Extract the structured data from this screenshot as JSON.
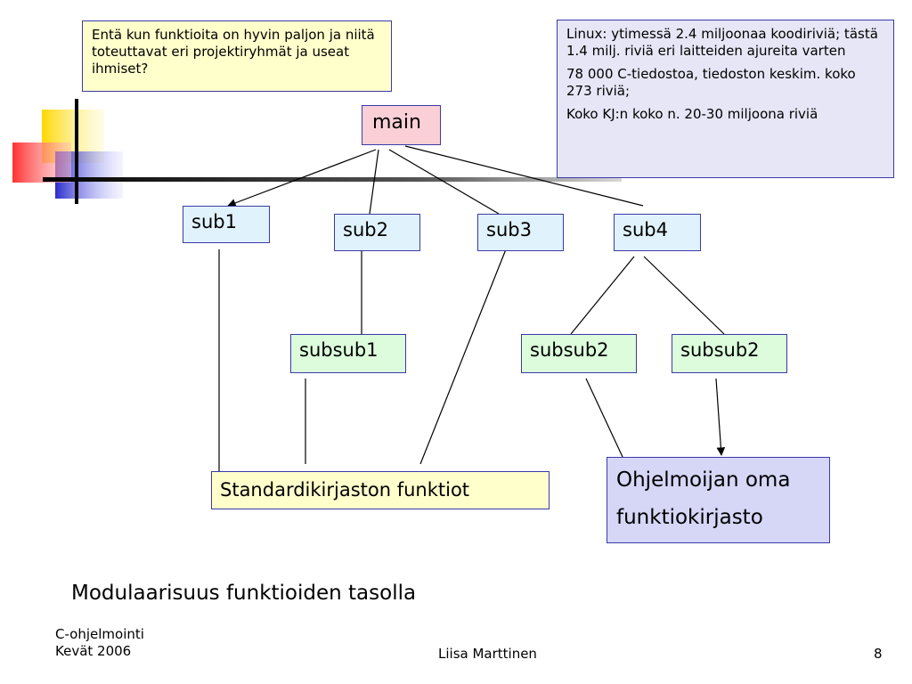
{
  "notes": {
    "top_left": "Entä kun funktioita on hyvin paljon ja niitä toteuttavat eri projektiryhmät  ja useat ihmiset?",
    "linux": [
      "Linux:  ytimessä 2.4 miljoonaa koodiriviä; tästä 1.4 milj. riviä eri laitteiden ajureita varten",
      "78 000 C-tiedostoa, tiedoston keskim. koko 273 riviä;",
      "Koko KJ:n koko n. 20-30 miljoona riviä"
    ]
  },
  "nodes": {
    "main": "main",
    "sub1": "sub1",
    "sub2": "sub2",
    "sub3": "sub3",
    "sub4": "sub4",
    "subsub1": "subsub1",
    "subsub2_left": "subsub2",
    "subsub2_right": "subsub2",
    "stdlib": "Standardikirjaston funktiot",
    "ownlib_line1": "Ohjelmoijan oma",
    "ownlib_line2": "funktiokirjasto"
  },
  "slide_title": "Modulaarisuus funktioiden tasolla",
  "footer": {
    "course": "C-ohjelmointi",
    "term": "Kevät 2006",
    "author": "Liisa Marttinen",
    "page": "8"
  },
  "colors": {
    "border": "#3a3aaa",
    "deco_yellow": "#ffd700",
    "deco_red": "#ff4040",
    "deco_blue": "#3a3acc"
  }
}
